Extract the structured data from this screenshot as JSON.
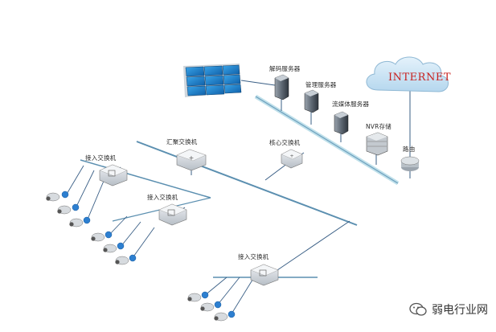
{
  "labels": {
    "decoding_server": "解码服务器",
    "management_server": "管理服务器",
    "streaming_server": "流媒体服务器",
    "nvr_storage": "NVR存储",
    "router": "路由",
    "core_switch": "核心交换机",
    "aggregation_switch": "汇聚交换机",
    "access_switch_1": "接入交换机",
    "access_switch_2": "接入交换机",
    "access_switch_3": "接入交换机"
  },
  "cloud": {
    "text": "INTERNET"
  },
  "watermark": {
    "text": "弱电行业网"
  },
  "colors": {
    "backbone": "#5b8fb0",
    "backbone_light": "#bfe0ea",
    "link": "#3a5f86",
    "videowall": "#1e7ec8",
    "cloud": "#c9e3f3",
    "cloud_text": "#c8201e"
  }
}
